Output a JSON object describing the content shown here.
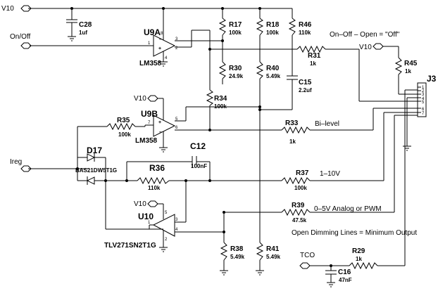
{
  "nets": {
    "v10_top": "V10",
    "on_off": "On/Off",
    "ireg": "Ireg",
    "v10_u9b": "V10",
    "v10_u10": "V10",
    "v10_r45": "V10",
    "tco": "TCO"
  },
  "components": {
    "c28": {
      "ref": "C28",
      "value": "1uf"
    },
    "u9a": {
      "ref": "U9A",
      "part": "LM358"
    },
    "u9b": {
      "ref": "U9B",
      "part": "LM358"
    },
    "u10": {
      "ref": "U10",
      "part": "TLV271SN2T1G"
    },
    "r17": {
      "ref": "R17",
      "value": "100k"
    },
    "r18": {
      "ref": "R18",
      "value": "100k"
    },
    "r46": {
      "ref": "R46",
      "value": "110k"
    },
    "r30": {
      "ref": "R30",
      "value": "24.9k"
    },
    "r40": {
      "ref": "R40",
      "value": "5.49k"
    },
    "c15": {
      "ref": "C15",
      "value": "2.2uf"
    },
    "r31": {
      "ref": "R31",
      "value": "1k"
    },
    "r34": {
      "ref": "R34",
      "value": "100k"
    },
    "r35": {
      "ref": "R35",
      "value": "100k"
    },
    "r33": {
      "ref": "R33",
      "value": "1k"
    },
    "d17": {
      "ref": "D17",
      "part": "BAS21DW5T1G"
    },
    "c12": {
      "ref": "C12",
      "value": "100nF"
    },
    "r36": {
      "ref": "R36",
      "value": "110k"
    },
    "r37": {
      "ref": "R37",
      "value": "100k"
    },
    "r39": {
      "ref": "R39",
      "value": "47.5k"
    },
    "r38": {
      "ref": "R38",
      "value": "5.49k"
    },
    "r41": {
      "ref": "R41",
      "value": "5.49k"
    },
    "r45": {
      "ref": "R45",
      "value": "1k"
    },
    "r29": {
      "ref": "R29",
      "value": "1k"
    },
    "c16": {
      "ref": "C16",
      "value": "47nF"
    },
    "j3": {
      "ref": "J3",
      "pins": [
        "1",
        "2",
        "3",
        "4",
        "5",
        "6",
        "7"
      ]
    }
  },
  "pins": {
    "u9a": {
      "p1": "1",
      "p2": "2",
      "p3": "3",
      "p4": "4",
      "p8": "8"
    },
    "u9b": {
      "p5": "5",
      "p6": "6",
      "p7": "7"
    },
    "u10": {
      "p1": "1",
      "p2": "2",
      "p3": "3",
      "p4": "4",
      "p5": "5"
    }
  },
  "notes": {
    "on_off_open": "On–Off – Open = \"Off\"",
    "bi_level": "Bi–level",
    "v1_10": "1–10V",
    "analog_pwm": "0–5V Analog or PWM",
    "open_dimming": "Open Dimming Lines = Minimum Output"
  }
}
